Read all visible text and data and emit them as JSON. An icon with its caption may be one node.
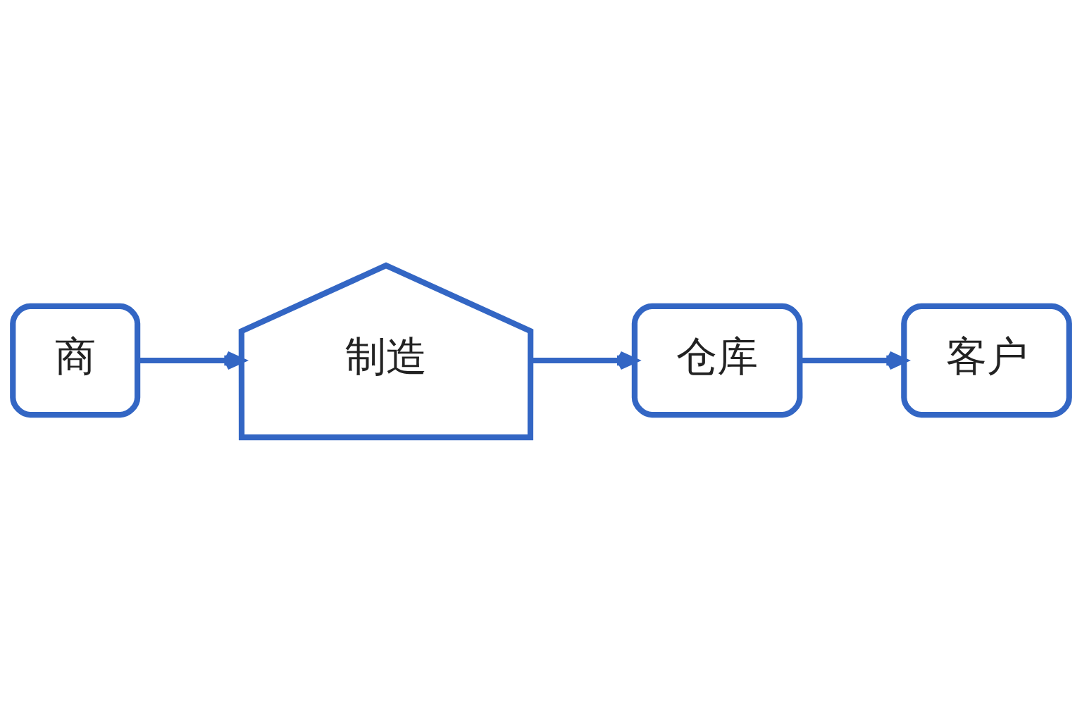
{
  "diagram": {
    "nodes": [
      {
        "text": [
          "商"
        ]
      },
      {
        "text": [
          "制造"
        ]
      },
      {
        "text": [
          "仓库"
        ]
      },
      {
        "text": [
          "客户"
        ]
      }
    ],
    "edges": [
      {
        "from": 0,
        "to": 1,
        "arrow": "to"
      },
      {
        "from": 1,
        "to": 2,
        "arrow": "to"
      },
      {
        "from": 2,
        "to": 3,
        "arrow": "to"
      }
    ]
  }
}
